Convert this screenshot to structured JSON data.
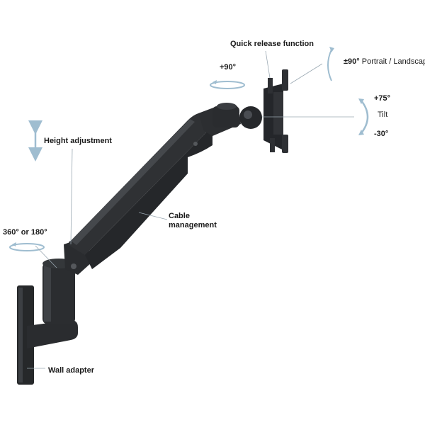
{
  "labels": {
    "quick_release": "Quick release function",
    "plus90": "+90°",
    "portrait_deg": "±90°",
    "portrait_text": "Portrait / Landscape",
    "tilt_up": "+75°",
    "tilt": "Tilt",
    "tilt_down": "-30°",
    "height_adjustment": "Height adjustment",
    "cable_line1": "Cable",
    "cable_line2": "management",
    "swivel": "360° or 180°",
    "wall_adapter": "Wall adapter"
  },
  "colors": {
    "arm": "#2e3033",
    "arm_dark": "#1e1f21",
    "arm_light": "#45484c",
    "arrow": "#9fbdd0",
    "leader": "#9aa8b2"
  },
  "icons": [
    "height-arrow-icon",
    "rotation-ellipse-icon",
    "tilt-arc-icon",
    "portrait-rotation-icon"
  ]
}
